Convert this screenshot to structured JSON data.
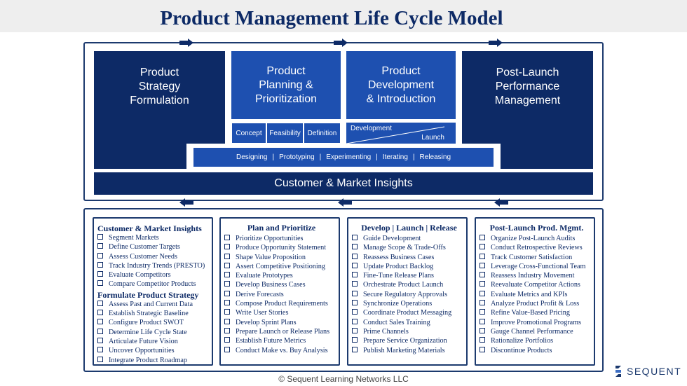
{
  "title": "Product Management Life Cycle Model",
  "stages": [
    {
      "label": "Product\nStrategy\nFormulation"
    },
    {
      "label": "Product\nPlanning &\nPrioritization"
    },
    {
      "label": "Product\nDevelopment\n& Introduction"
    },
    {
      "label": "Post-Launch\nPerformance\nManagement"
    }
  ],
  "planning_sub": [
    "Concept",
    "Feasibility",
    "Definition"
  ],
  "development_sub": {
    "top": "Development",
    "bottom": "Launch"
  },
  "activities": [
    "Designing",
    "Prototyping",
    "Experimenting",
    "Iterating",
    "Releasing"
  ],
  "activity_separator": "|",
  "insights_bar": "Customer & Market Insights",
  "columns": [
    {
      "sections": [
        {
          "heading": "Customer & Market Insights",
          "items": [
            "Segment Markets",
            "Define Customer Targets",
            "Assess Customer Needs",
            "Track Industry Trends (PRESTO)",
            "Evaluate Competitors",
            "Compare Competitor Products"
          ]
        },
        {
          "heading": "Formulate Product Strategy",
          "items": [
            "Assess Past and Current Data",
            "Establish Strategic Baseline",
            "Configure Product SWOT",
            "Determine Life Cycle State",
            "Articulate Future Vision",
            "Uncover Opportunities",
            "Integrate Product Roadmap"
          ]
        }
      ]
    },
    {
      "heading": "Plan and Prioritize",
      "items": [
        "Prioritize Opportunities",
        "Produce Opportunity Statement",
        "Shape Value Proposition",
        "Assert Competitive Positioning",
        "Evaluate Prototypes",
        "Develop Business Cases",
        "Derive Forecasts",
        "Compose Product Requirements",
        "Write User Stories",
        "Develop Sprint Plans",
        "Prepare Launch or Release Plans",
        "Establish Future Metrics",
        "Conduct Make vs. Buy Analysis"
      ]
    },
    {
      "heading": "Develop | Launch | Release",
      "items": [
        "Guide Development",
        "Manage Scope & Trade-Offs",
        "Reassess Business Cases",
        "Update Product Backlog",
        "Fine-Tune Release Plans",
        "Orchestrate Product Launch",
        "Secure Regulatory Approvals",
        "Synchronize Operations",
        "Coordinate Product Messaging",
        "Conduct Sales Training",
        "Prime Channels",
        "Prepare Service Organization",
        "Publish Marketing Materials"
      ]
    },
    {
      "heading": "Post-Launch Prod. Mgmt.",
      "items": [
        "Organize Post-Launch Audits",
        "Conduct Retrospective Reviews",
        "Track Customer Satisfaction",
        "Leverage Cross-Functional Team",
        "Reassess Industry Movement",
        "Reevaluate Competitor Actions",
        "Evaluate Metrics and KPIs",
        "Analyze Product Profit & Loss",
        "Refine Value-Based Pricing",
        "Improve Promotional Programs",
        "Gauge Channel Performance",
        "Rationalize Portfolios",
        "Discontinue Products"
      ]
    }
  ],
  "copyright": "© Sequent Learning Networks LLC",
  "logo_text": "SEQUENT",
  "colors": {
    "dark": "#0d2a66",
    "mid": "#1e50b0",
    "frame": "#1c3a6e"
  }
}
